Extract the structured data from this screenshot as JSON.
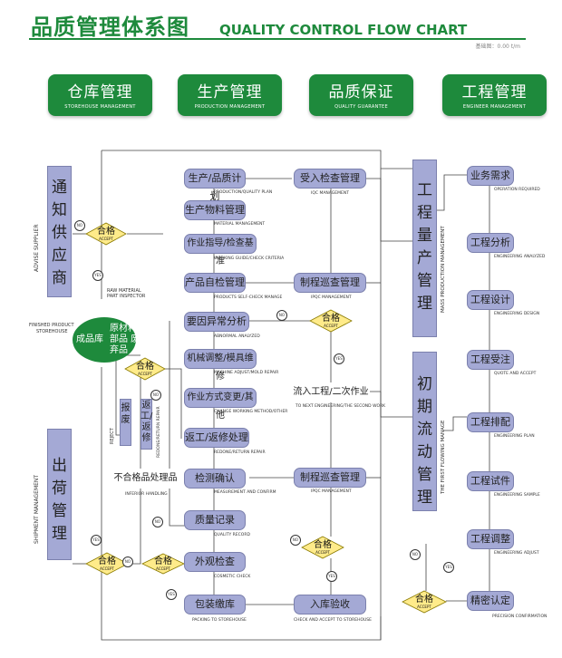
{
  "title": {
    "cn": "品质管理体系图",
    "en": "QUALITY CONTROL FLOW CHART",
    "note": "基础图：0.00 t/m"
  },
  "headers": [
    {
      "cn": "仓库管理",
      "en": "STOREHOUSE MANAGEMENT"
    },
    {
      "cn": "生产管理",
      "en": "PRODUCTION MANAGEMENT"
    },
    {
      "cn": "品质保证",
      "en": "QUALITY GUARANTEE"
    },
    {
      "cn": "工程管理",
      "en": "ENGINEER MANAGEMENT"
    }
  ],
  "colors": {
    "green": "#1e8a3c",
    "node": "#a4a9d5",
    "diamond": "#ffeb8a"
  },
  "left": {
    "supplier": {
      "cn": "通知供应商",
      "en": "ADVISE SUPPLIER"
    },
    "shipment": {
      "cn": "出荷管理",
      "en": "SHIPMENT MANAGEMENT"
    },
    "finished": {
      "line1": "FINISHED PRODUCT",
      "line2": "STOREHOUSE"
    },
    "raw_material": "RAW MATERIAL PART INSPECTOR",
    "oval_left": "成品库",
    "oval_right": "原材料 部品 废弃品",
    "reject": {
      "cn": "报废",
      "en": "REJECT"
    },
    "return": {
      "cn": "返工/返修",
      "en": "REDONE/RETURN REPAIR"
    }
  },
  "production": [
    {
      "cn": "生产/品质计划",
      "en": "PRODUCTION/QUALITY PLAN"
    },
    {
      "cn": "生产物料管理",
      "en": "MATERIAL MANAGEMENT"
    },
    {
      "cn": "作业指导/检查基准",
      "en": "WORKING GUIDE/CHECK CRITERIA"
    },
    {
      "cn": "产品自检管理",
      "en": "PRODUCTS SELF-CHECK MANAGE"
    },
    {
      "cn": "要因异常分析",
      "en": "ABNORMAL ANALYZED"
    },
    {
      "cn": "机械调整/模具维修",
      "en": "MACHINE ADJUST/MOLD REPAIR"
    },
    {
      "cn": "作业方式变更/其他",
      "en": "CHANGE WORKING METHOD/OTHER"
    },
    {
      "cn": "返工/返修处理",
      "en": "REDONE/RETURN REPAIR"
    },
    {
      "cn": "检测确认",
      "en": "MEASUREMENT AND CONFIRM"
    },
    {
      "cn": "质量记录",
      "en": "QUALITY RECORD"
    },
    {
      "cn": "外观检查",
      "en": "COSMETIC CHECK"
    },
    {
      "cn": "包装缴库",
      "en": "PACKING TO STOREHOUSE"
    }
  ],
  "nonconforming": {
    "cn": "不合格品处理品",
    "en": "INFERIOR HANDLING"
  },
  "quality": [
    {
      "cn": "受入检查管理",
      "en": "IQC MANAGEMENT"
    },
    {
      "cn": "制程巡查管理",
      "en": "IPQC MANAGEMENT"
    },
    {
      "cn": "流入工程/二次作业",
      "en": "TO NEXT ENGINEERING/THE SECOND WORK"
    },
    {
      "cn": "制程巡查管理",
      "en": "IPQC MANAGEMENT"
    },
    {
      "cn": "入库验收",
      "en": "CHECK AND ACCEPT TO STOREHOUSE"
    }
  ],
  "mass": {
    "cn": "工程量产管理",
    "en": "MASS PRODUCTION MANAGEMENT"
  },
  "flowing": {
    "cn": "初期流动管理",
    "en": "THE FIRST FLOWING MANAGE"
  },
  "engineering": [
    {
      "cn": "业务需求",
      "en": "OPERATION REQUIRED"
    },
    {
      "cn": "工程分析",
      "en": "ENGINEERING ANALYZED"
    },
    {
      "cn": "工程设计",
      "en": "ENGINEERING DESIGN"
    },
    {
      "cn": "工程受注",
      "en": "QUOTE AND ACCEPT"
    },
    {
      "cn": "工程排配",
      "en": "ENGINEERING PLAN"
    },
    {
      "cn": "工程试件",
      "en": "ENGINEERING SAMPLE"
    },
    {
      "cn": "工程调整",
      "en": "ENGINEERING ADJUST"
    },
    {
      "cn": "精密认定",
      "en": "PRECISION CONFIRMATION"
    }
  ],
  "decision": {
    "cn": "合格",
    "en": "ACCEPT",
    "yes": "YES",
    "no": "NO"
  }
}
